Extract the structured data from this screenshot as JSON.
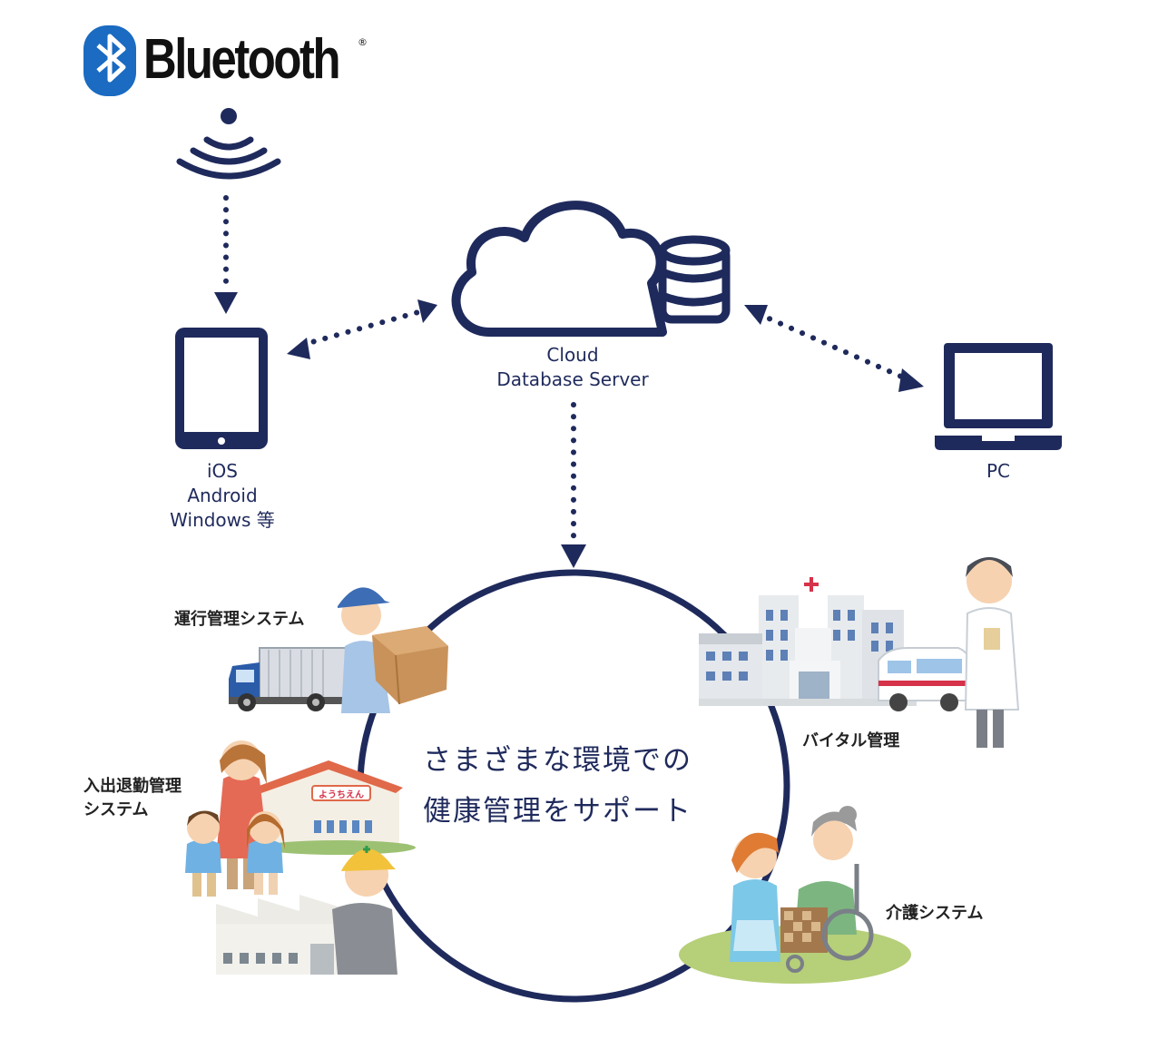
{
  "logo": {
    "word": "Bluetooth",
    "reg_mark": "®",
    "brand_color": "#1a6bc1"
  },
  "colors": {
    "navy": "#1f2a5c",
    "blue": "#1a6bc1"
  },
  "cloud": {
    "line1": "Cloud",
    "line2": "Database Server"
  },
  "tablet": {
    "line1": "iOS",
    "line2": "Android",
    "line3": "Windows 等"
  },
  "pc": {
    "label": "PC"
  },
  "systems": {
    "operation": "運行管理システム",
    "vital": "バイタル管理",
    "attendance_line1": "入出退勤管理",
    "attendance_line2": "システム",
    "care": "介護システム"
  },
  "center": {
    "line1": "さまざまな環境での",
    "line2": "健康管理をサポート"
  },
  "kindergarten_sign": "ようちえん"
}
